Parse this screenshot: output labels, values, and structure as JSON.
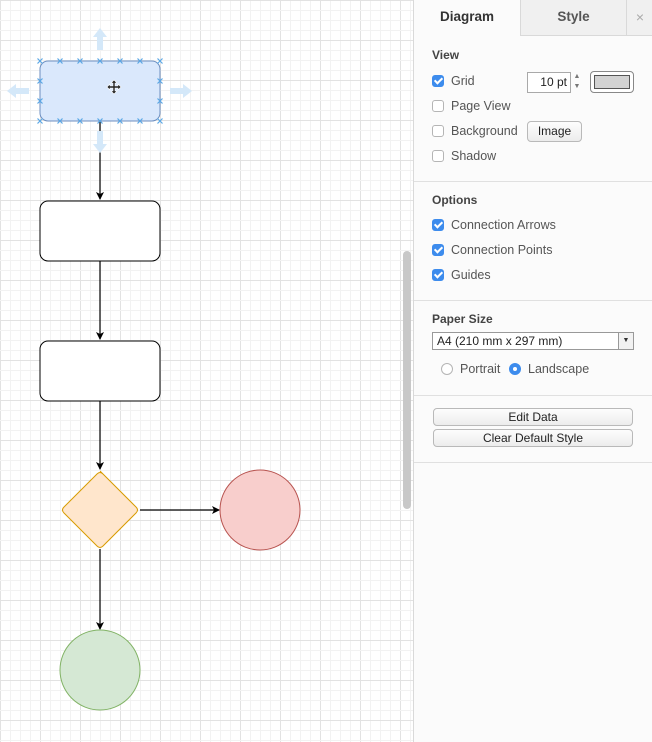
{
  "tabs": {
    "diagram": "Diagram",
    "style": "Style",
    "close_icon": "×"
  },
  "view": {
    "title": "View",
    "grid": {
      "label": "Grid",
      "checked": true,
      "size_value": "10 pt",
      "color": "#d3d3d3"
    },
    "page_view": {
      "label": "Page View",
      "checked": false
    },
    "background": {
      "label": "Background",
      "checked": false,
      "image_button": "Image"
    },
    "shadow": {
      "label": "Shadow",
      "checked": false
    }
  },
  "options": {
    "title": "Options",
    "connection_arrows": {
      "label": "Connection Arrows",
      "checked": true
    },
    "connection_points": {
      "label": "Connection Points",
      "checked": true
    },
    "guides": {
      "label": "Guides",
      "checked": true
    }
  },
  "paper": {
    "title": "Paper Size",
    "selected": "A4 (210 mm x 297 mm)",
    "portrait": "Portrait",
    "landscape": "Landscape",
    "orientation": "landscape"
  },
  "actions": {
    "edit_data": "Edit Data",
    "clear_default_style": "Clear Default Style"
  },
  "diagram": {
    "shapes": [
      {
        "name": "process-shape-selected",
        "kind": "rect",
        "selected": true,
        "fill": "#dae8fc",
        "stroke": "#6c8ebf"
      },
      {
        "name": "process-shape-2",
        "kind": "rect",
        "fill": "#ffffff",
        "stroke": "#000000"
      },
      {
        "name": "process-shape-3",
        "kind": "rect",
        "fill": "#ffffff",
        "stroke": "#000000"
      },
      {
        "name": "decision-shape",
        "kind": "diamond",
        "fill": "#ffe6cc",
        "stroke": "#d79b00"
      },
      {
        "name": "end-circle-red",
        "kind": "circle",
        "fill": "#f8cecc",
        "stroke": "#b85450"
      },
      {
        "name": "end-circle-green",
        "kind": "circle",
        "fill": "#d5e8d4",
        "stroke": "#82b366"
      }
    ],
    "accent": "#3d8ced"
  }
}
